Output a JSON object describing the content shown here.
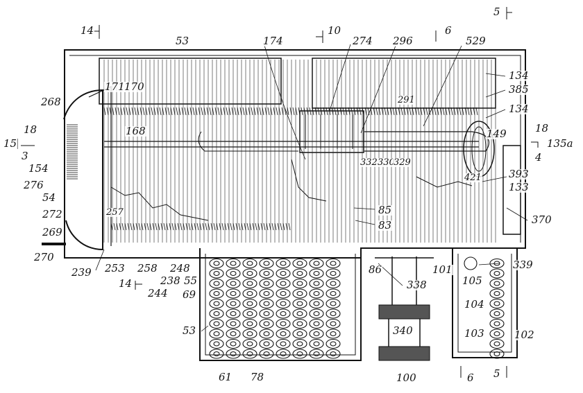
{
  "drawing": {
    "ink_color": "#111111",
    "paper_color": "#ffffff",
    "labels": [
      {
        "id": "l14a",
        "text": "14"
      },
      {
        "id": "l53a",
        "text": "53"
      },
      {
        "id": "l174",
        "text": "174"
      },
      {
        "id": "l10",
        "text": "10"
      },
      {
        "id": "l274",
        "text": "274"
      },
      {
        "id": "l296",
        "text": "296"
      },
      {
        "id": "l6a",
        "text": "6"
      },
      {
        "id": "l529",
        "text": "529"
      },
      {
        "id": "l5a",
        "text": "5"
      },
      {
        "id": "l134a",
        "text": "134"
      },
      {
        "id": "l385",
        "text": "385"
      },
      {
        "id": "l134b",
        "text": "134"
      },
      {
        "id": "l171",
        "text": "171"
      },
      {
        "id": "l170",
        "text": "170"
      },
      {
        "id": "l268",
        "text": "268"
      },
      {
        "id": "l18a",
        "text": "18"
      },
      {
        "id": "l15",
        "text": "15"
      },
      {
        "id": "l3",
        "text": "3"
      },
      {
        "id": "l168",
        "text": "168"
      },
      {
        "id": "l291",
        "text": "291"
      },
      {
        "id": "l18b",
        "text": "18"
      },
      {
        "id": "l149",
        "text": "149"
      },
      {
        "id": "l4",
        "text": "4"
      },
      {
        "id": "l135a",
        "text": "135a"
      },
      {
        "id": "l154",
        "text": "154"
      },
      {
        "id": "l276",
        "text": "276"
      },
      {
        "id": "l54",
        "text": "54"
      },
      {
        "id": "l272",
        "text": "272"
      },
      {
        "id": "l257",
        "text": "257"
      },
      {
        "id": "l269",
        "text": "269"
      },
      {
        "id": "l270",
        "text": "270"
      },
      {
        "id": "l332",
        "text": "332"
      },
      {
        "id": "l330",
        "text": "330"
      },
      {
        "id": "l329",
        "text": "329"
      },
      {
        "id": "l421",
        "text": "421"
      },
      {
        "id": "l393",
        "text": "393"
      },
      {
        "id": "l133",
        "text": "133"
      },
      {
        "id": "l85",
        "text": "85"
      },
      {
        "id": "l83",
        "text": "83"
      },
      {
        "id": "l370",
        "text": "370"
      },
      {
        "id": "l239",
        "text": "239"
      },
      {
        "id": "l253",
        "text": "253"
      },
      {
        "id": "l258",
        "text": "258"
      },
      {
        "id": "l248",
        "text": "248"
      },
      {
        "id": "l238",
        "text": "238"
      },
      {
        "id": "l55",
        "text": "55"
      },
      {
        "id": "l14b",
        "text": "14"
      },
      {
        "id": "l244",
        "text": "244"
      },
      {
        "id": "l69",
        "text": "69"
      },
      {
        "id": "l86",
        "text": "86"
      },
      {
        "id": "l338",
        "text": "338"
      },
      {
        "id": "l101",
        "text": "101"
      },
      {
        "id": "l105",
        "text": "105"
      },
      {
        "id": "l339",
        "text": "339"
      },
      {
        "id": "l104",
        "text": "104"
      },
      {
        "id": "l53b",
        "text": "53"
      },
      {
        "id": "l340",
        "text": "340"
      },
      {
        "id": "l103",
        "text": "103"
      },
      {
        "id": "l102",
        "text": "102"
      },
      {
        "id": "l61",
        "text": "61"
      },
      {
        "id": "l78",
        "text": "78"
      },
      {
        "id": "l100",
        "text": "100"
      },
      {
        "id": "l6b",
        "text": "6"
      },
      {
        "id": "l5b",
        "text": "5"
      }
    ]
  }
}
